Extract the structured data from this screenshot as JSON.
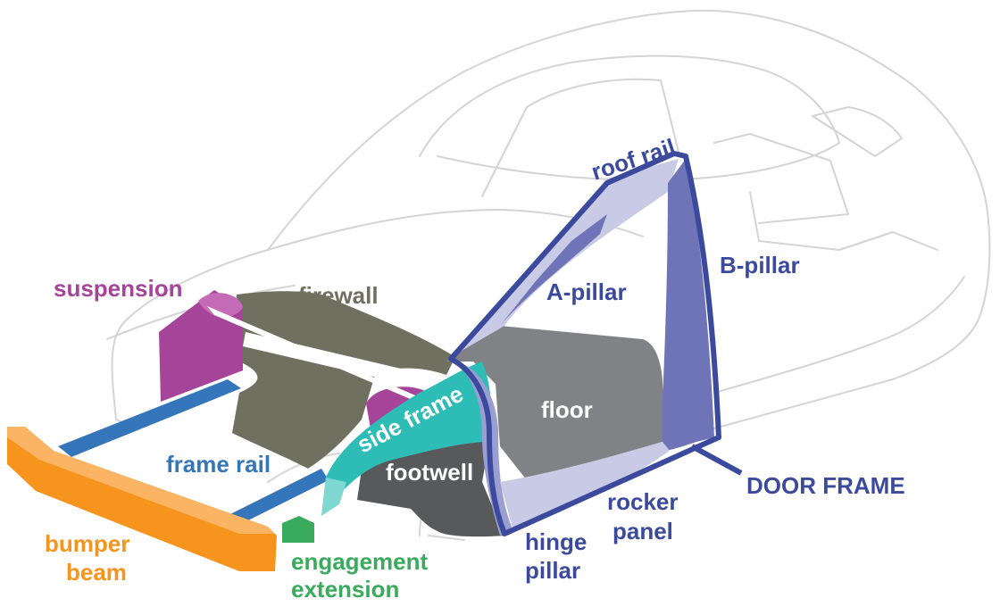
{
  "diagram": {
    "labels": {
      "roof_rail": "roof rail",
      "b_pillar": "B-pillar",
      "a_pillar": "A-pillar",
      "floor": "floor",
      "door_frame": "DOOR FRAME",
      "rocker_panel_line1": "rocker",
      "rocker_panel_line2": "panel",
      "hinge_pillar_line1": "hinge",
      "hinge_pillar_line2": "pillar",
      "footwell": "footwell",
      "side_frame": "side frame",
      "firewall": "firewall",
      "suspension": "suspension",
      "frame_rail": "frame rail",
      "bumper_beam_line1": "bumper",
      "bumper_beam_line2": "beam",
      "engagement_extension_line1": "engagement",
      "engagement_extension_line2": "extension"
    },
    "colors": {
      "door_frame": "#3b4a9c",
      "pillar_dark": "#6f74b8",
      "pillar_light": "#c9cbe6",
      "hinge_pillar": "#9b9ed0",
      "floor": "#818285",
      "footwell": "#58595b",
      "firewall": "#6f705f",
      "side_frame": "#2dbdb6",
      "suspension": "#a6449a",
      "frame_rail": "#3576bb",
      "bumper_beam": "#f7941d",
      "engagement_extension": "#3aaa5c",
      "car_outline": "#d4d4d4"
    }
  }
}
